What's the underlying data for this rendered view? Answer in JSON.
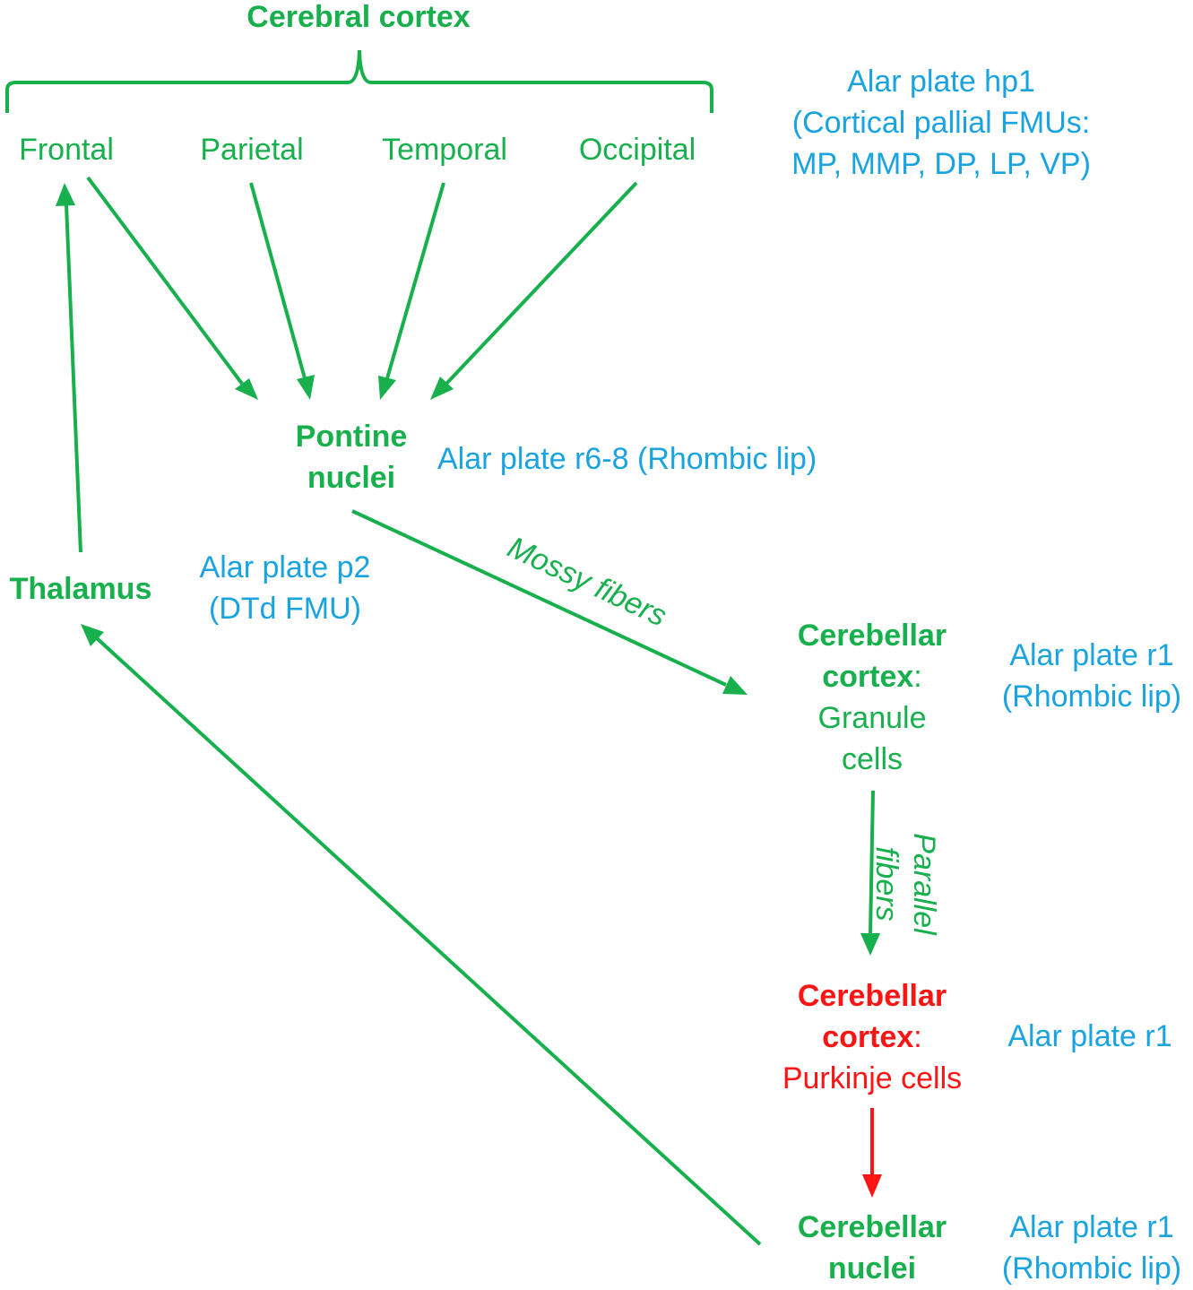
{
  "colors": {
    "green": "#17b04d",
    "blue": "#19a3e0",
    "red": "#ff1414"
  },
  "cerebral_cortex": {
    "title": "Cerebral cortex",
    "lobes": [
      "Frontal",
      "Parietal",
      "Temporal",
      "Occipital"
    ],
    "origin": [
      "Alar plate hp1",
      "(Cortical pallial FMUs:",
      "MP, MMP, DP, LP, VP)"
    ]
  },
  "pontine_nuclei": {
    "title": [
      "Pontine",
      "nuclei"
    ],
    "origin": "Alar plate r6-8 (Rhombic lip)"
  },
  "thalamus": {
    "title": "Thalamus",
    "origin": [
      "Alar plate p2",
      "(DTd FMU)"
    ]
  },
  "cerebellar_granule": {
    "title_line1": "Cerebellar",
    "title_line2": "cortex",
    "colon": ":",
    "cell_type": [
      "Granule",
      "cells"
    ],
    "origin": [
      "Alar plate r1",
      "(Rhombic lip)"
    ]
  },
  "cerebellar_purkinje": {
    "title_line1": "Cerebellar",
    "title_line2": "cortex",
    "colon": ":",
    "cell_type": "Purkinje cells",
    "origin": "Alar plate r1"
  },
  "cerebellar_nuclei": {
    "title": [
      "Cerebellar",
      "nuclei"
    ],
    "origin": [
      "Alar plate r1",
      "(Rhombic lip)"
    ]
  },
  "edges": {
    "mossy_fibers": "Mossy fibers",
    "parallel_fibers": [
      "Parallel",
      "fibers"
    ]
  }
}
